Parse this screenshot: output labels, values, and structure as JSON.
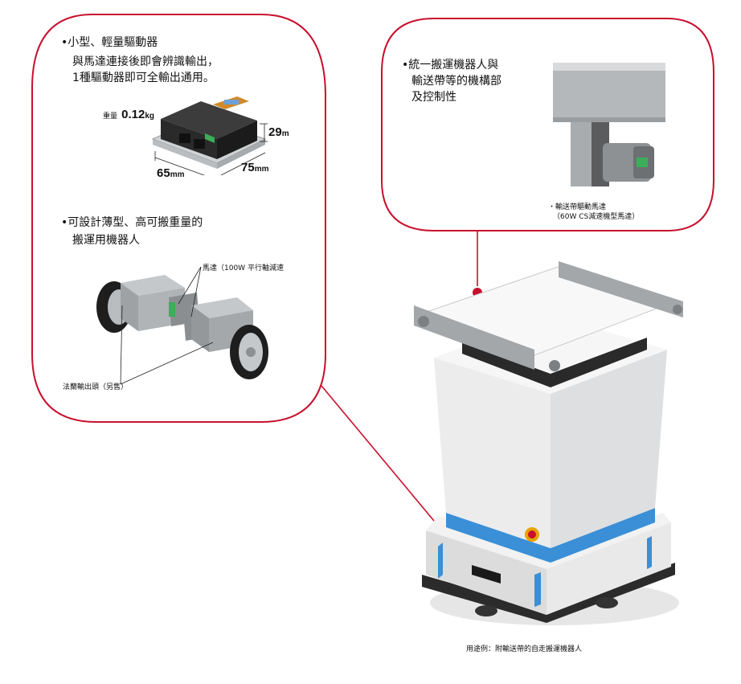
{
  "left_panel": {
    "feature1_line1": "•小型、輕量驅動器",
    "feature1_line2": "與馬達連接後即會辨識輸出，",
    "feature1_line3": "1種驅動器即可全輸出通用。",
    "weight_label": "重量",
    "weight_value": "0.12",
    "weight_unit": "kg",
    "dim_height": "29",
    "dim_height_unit": "m",
    "dim_width": "65",
    "dim_width_unit": "mm",
    "dim_depth": "75",
    "dim_depth_unit": "mm",
    "feature2_line1": "•可設計薄型、高可搬重量的",
    "feature2_line2": "搬運用機器人",
    "motor_label": "馬達（100W 平行軸減速",
    "flange_label": "法蘭輸出頭（另售）"
  },
  "right_panel": {
    "line1": "•統一搬運機器人與",
    "line2": "輸送帶等的機構部",
    "line3": "及控制性",
    "caption_line1": "・輸送帶驅動馬達",
    "caption_line2": "（60W CS減速機型馬達）"
  },
  "footer": {
    "caption": "用途例：附輸送帶的自走搬運機器人"
  },
  "colors": {
    "callout_border": "#c8102e",
    "accent_blue": "#3a8fd6"
  }
}
